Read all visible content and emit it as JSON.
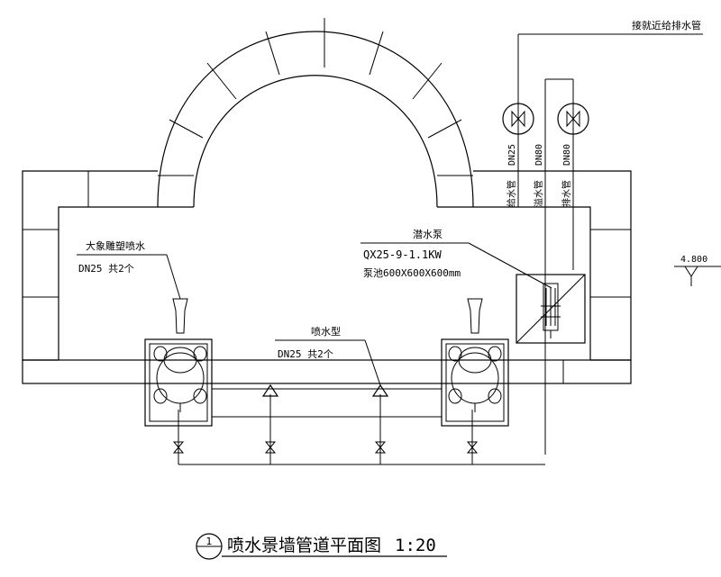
{
  "labels": {
    "top_pipe": "接就近给排水管",
    "pipe1_size": "DN25",
    "pipe1_name": "给水管",
    "pipe2_size": "DN80",
    "pipe2_name": "溢水管",
    "pipe3_size": "DN80",
    "pipe3_name": "排水管",
    "elephant_title": "大象雕塑喷水",
    "elephant_spec": "DN25 共2个",
    "pump_title": "潜水泵",
    "pump_model": "QX25-9-1.1KW",
    "pump_pit": "泵池600X600X600mm",
    "nozzle_title": "喷水型",
    "nozzle_spec": "DN25 共2个",
    "elevation": "4.800"
  },
  "title": {
    "index": "1",
    "text": "喷水景墙管道平面图",
    "scale": "1:20"
  }
}
